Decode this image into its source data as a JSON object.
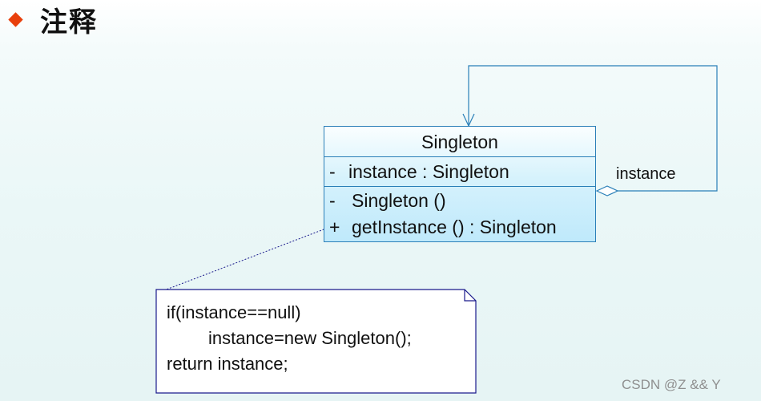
{
  "slide": {
    "title": "注释",
    "bullet_color": "#e8400c"
  },
  "uml_class": {
    "name": "Singleton",
    "attributes": [
      {
        "visibility": "-",
        "text": "instance  : Singleton"
      }
    ],
    "operations": [
      {
        "visibility": "-",
        "text": "Singleton ()"
      },
      {
        "visibility": "+",
        "text": "getInstance () : Singleton"
      }
    ],
    "border_color": "#2a7fb8",
    "fill_color": "#bfe9fb"
  },
  "self_association": {
    "label": "instance",
    "type": "aggregation"
  },
  "note": {
    "lines": [
      "if(instance==null)",
      "instance=new Singleton();",
      "return instance;"
    ],
    "border_color": "#1a1a8c"
  },
  "watermark": "CSDN @Z && Y"
}
